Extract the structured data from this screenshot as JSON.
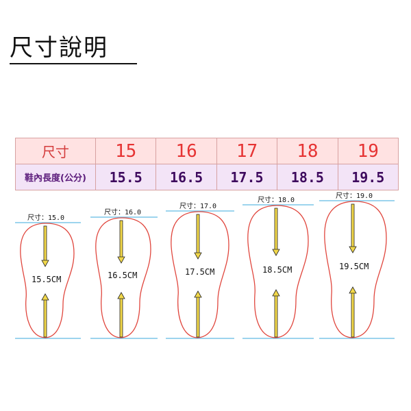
{
  "page": {
    "title": "尺寸說明"
  },
  "table": {
    "size_label": "尺寸",
    "length_label": "鞋內長度(公分)",
    "sizes": [
      "15",
      "16",
      "17",
      "18",
      "19"
    ],
    "lengths": [
      "15.5",
      "16.5",
      "17.5",
      "18.5",
      "19.5"
    ]
  },
  "soles": [
    {
      "caption": "尺寸：15.0",
      "measure": "15.5CM"
    },
    {
      "caption": "尺寸：16.0",
      "measure": "16.5CM"
    },
    {
      "caption": "尺寸：17.0",
      "measure": "17.5CM"
    },
    {
      "caption": "尺寸：18.0",
      "measure": "18.5CM"
    },
    {
      "caption": "尺寸：19.0",
      "measure": "19.5CM"
    }
  ],
  "colors": {
    "outline": "#e0463d",
    "guide_line": "#7cc5e8",
    "arrow_fill": "#f2d84a"
  }
}
